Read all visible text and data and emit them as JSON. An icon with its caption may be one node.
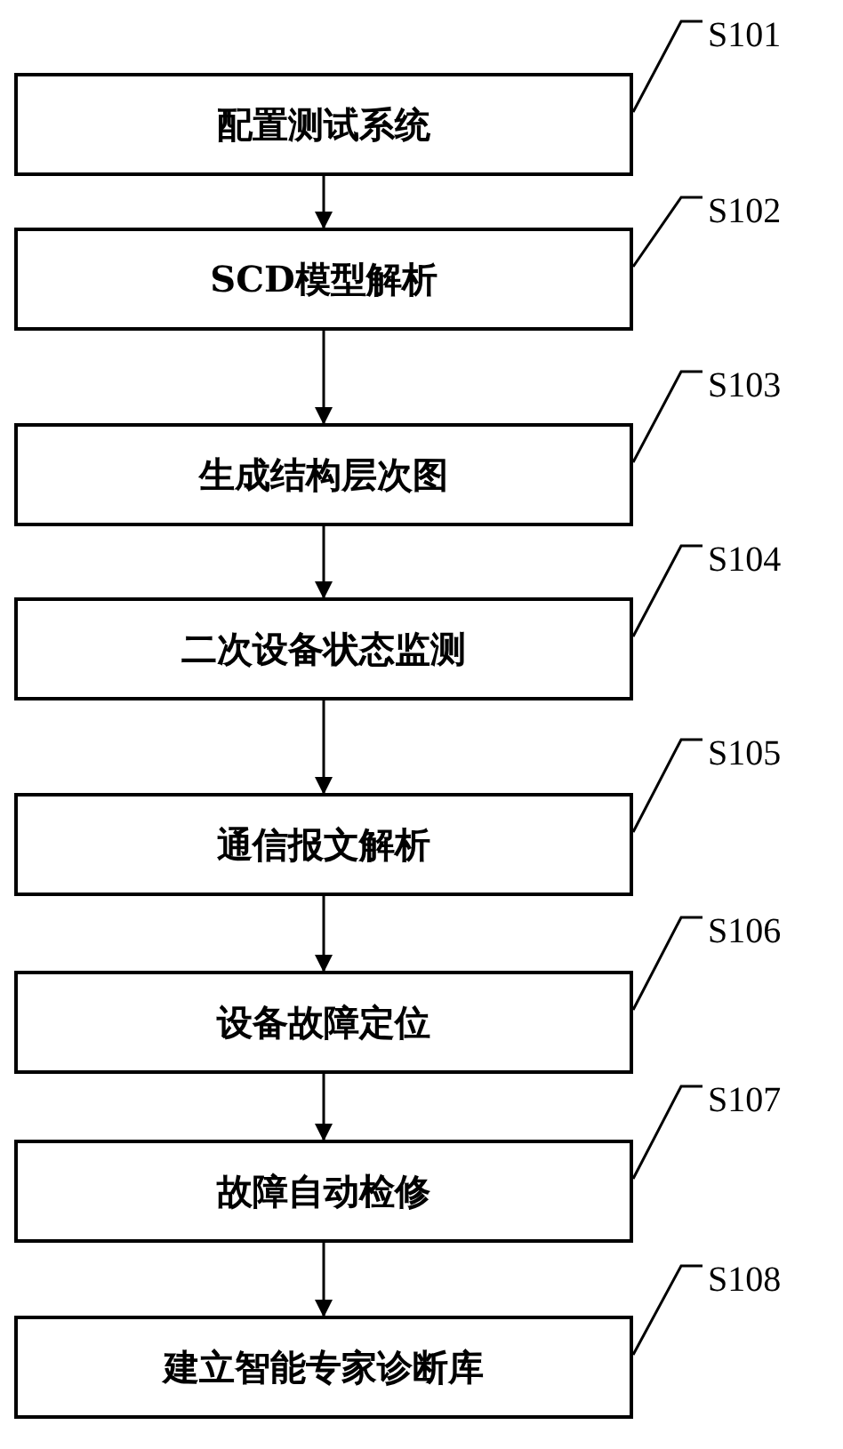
{
  "diagram": {
    "nodes": [
      {
        "text": [
          "配置测试系统"
        ]
      },
      {
        "text": [
          "SCD模型解析"
        ]
      },
      {
        "text": [
          "生成结构层次图"
        ]
      },
      {
        "text": [
          "二次设备状态监测"
        ]
      },
      {
        "text": [
          "通信报文解析"
        ]
      },
      {
        "text": [
          "设备故障定位"
        ]
      },
      {
        "text": [
          "故障自动检修"
        ]
      },
      {
        "text": [
          "建立智能专家诊断库"
        ]
      },
      {
        "text": [
          "S101"
        ]
      },
      {
        "text": [
          "S102"
        ]
      },
      {
        "text": [
          "S103"
        ]
      },
      {
        "text": [
          "S104"
        ]
      },
      {
        "text": [
          "S105"
        ]
      },
      {
        "text": [
          "S106"
        ]
      },
      {
        "text": [
          "S107"
        ]
      },
      {
        "text": [
          "S108"
        ]
      }
    ],
    "edges": [
      {
        "from": 0,
        "to": 1,
        "arrow": "to"
      },
      {
        "from": 1,
        "to": 2,
        "arrow": "to"
      },
      {
        "from": 2,
        "to": 3,
        "arrow": "to"
      },
      {
        "from": 3,
        "to": 4,
        "arrow": "to"
      },
      {
        "from": 4,
        "to": 5,
        "arrow": "to"
      },
      {
        "from": 5,
        "to": 6,
        "arrow": "to"
      },
      {
        "from": 6,
        "to": 7,
        "arrow": "to"
      },
      {
        "from": 8,
        "to": 0,
        "arrow": "none"
      },
      {
        "from": 9,
        "to": 1,
        "arrow": "none"
      },
      {
        "from": 10,
        "to": 2,
        "arrow": "none"
      },
      {
        "from": 11,
        "to": 3,
        "arrow": "none"
      },
      {
        "from": 12,
        "to": 4,
        "arrow": "none"
      },
      {
        "from": 13,
        "to": 5,
        "arrow": "none"
      },
      {
        "from": 14,
        "to": 6,
        "arrow": "none"
      },
      {
        "from": 15,
        "to": 7,
        "arrow": "none"
      }
    ]
  }
}
